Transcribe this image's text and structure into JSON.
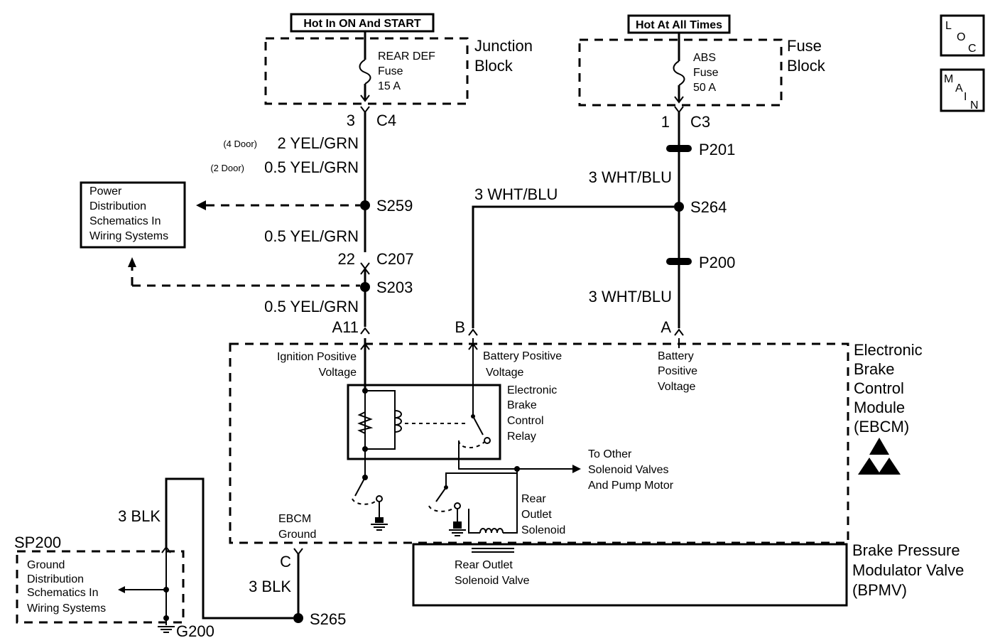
{
  "power_labels": {
    "hot_run_start": "Hot In ON And START",
    "hot_all_times": "Hot At All Times"
  },
  "blocks": {
    "junction_1": "Junction",
    "junction_2": "Block",
    "fuse_block_1": "Fuse",
    "fuse_block_2": "Block"
  },
  "fuses": {
    "rear_def": [
      "REAR DEF",
      "Fuse",
      "15 A"
    ],
    "abs": [
      "ABS",
      "Fuse",
      "50 A"
    ]
  },
  "connectors": {
    "c4_pin": "3",
    "c4": "C4",
    "c3_pin": "1",
    "c3": "C3",
    "c207_pin": "22",
    "c207": "C207",
    "a11": "A11",
    "b": "B",
    "a": "A",
    "c": "C"
  },
  "splices": {
    "s259": "S259",
    "s203": "S203",
    "s264": "S264",
    "s265": "S265",
    "p201": "P201",
    "p200": "P200"
  },
  "wires": {
    "four_door_tag": "(4 Door)",
    "four_door": "2 YEL/GRN",
    "two_door_tag": "(2 Door)",
    "two_door": "0.5 YEL/GRN",
    "yel_grn_1": "0.5 YEL/GRN",
    "yel_grn_2": "0.5 YEL/GRN",
    "wht_blu_1": "3 WHT/BLU",
    "wht_blu_2": "3 WHT/BLU",
    "wht_blu_3": "3 WHT/BLU",
    "blk_1": "3 BLK",
    "blk_2": "3 BLK"
  },
  "power_dist": [
    "Power",
    "Distribution",
    "Schematics In",
    "Wiring Systems"
  ],
  "ground_dist": [
    "Ground",
    "Distribution",
    "Schematics In",
    "Wiring Systems"
  ],
  "ebcm": {
    "ignition": [
      "Ignition Positive",
      "Voltage"
    ],
    "battery_b": [
      "Battery Positive",
      "Voltage"
    ],
    "battery_a": [
      "Battery",
      "Positive",
      "Voltage"
    ],
    "relay": [
      "Electronic",
      "Brake",
      "Control",
      "Relay"
    ],
    "to_other": [
      "To Other",
      "Solenoid Valves",
      "And Pump Motor"
    ],
    "rear_outlet": [
      "Rear",
      "Outlet",
      "Solenoid"
    ],
    "ground": [
      "EBCM",
      "Ground"
    ],
    "title": [
      "Electronic",
      "Brake",
      "Control",
      "Module",
      "(EBCM)"
    ]
  },
  "bpmv": {
    "valve": [
      "Rear Outlet",
      "Solenoid Valve"
    ],
    "title": [
      "Brake Pressure",
      "Modulator Valve",
      "(BPMV)"
    ]
  },
  "grounds": {
    "sp200": "SP200",
    "g200": "G200"
  },
  "nav": {
    "loc": [
      "L",
      "O",
      "C"
    ],
    "main": [
      "M",
      "A",
      "I",
      "N"
    ]
  }
}
